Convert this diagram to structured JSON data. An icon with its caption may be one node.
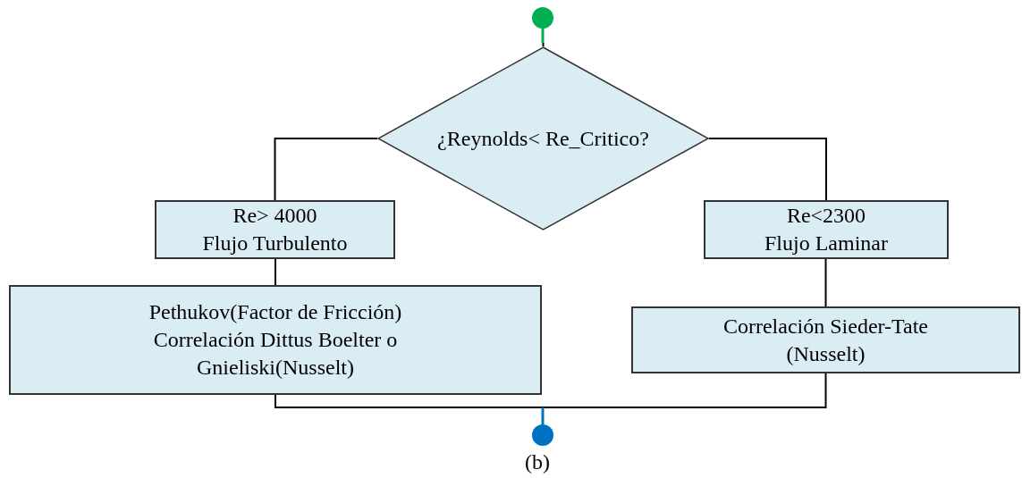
{
  "diagram": {
    "caption": "(b)",
    "nodes": [
      {
        "text": [],
        "shape": "circle"
      },
      {
        "text": [
          "¿Reynolds< Re_Critico?"
        ]
      },
      {
        "text": [
          "Re> 4000",
          "Flujo Turbulento"
        ]
      },
      {
        "text": [
          "Re<2300",
          "Flujo Laminar"
        ]
      },
      {
        "text": [
          "Pethukov(Factor de Fricción) Correlación Dittus Boelter o Gnieliski(Nusselt)"
        ]
      },
      {
        "text": [
          "Correlación  Sieder-Tate (Nusselt)"
        ]
      },
      {
        "text": [],
        "shape": "circle"
      }
    ],
    "edges": [
      {
        "from": 0,
        "to": 1,
        "arrow": "none"
      },
      {
        "from": 1,
        "to": 2,
        "arrow": "none"
      },
      {
        "from": 1,
        "to": 3,
        "arrow": "none"
      },
      {
        "from": 2,
        "to": 4,
        "arrow": "none"
      },
      {
        "from": 3,
        "to": 5,
        "arrow": "none"
      },
      {
        "from": 4,
        "to": 6,
        "arrow": "none"
      },
      {
        "from": 5,
        "to": 6,
        "arrow": "none"
      }
    ]
  }
}
